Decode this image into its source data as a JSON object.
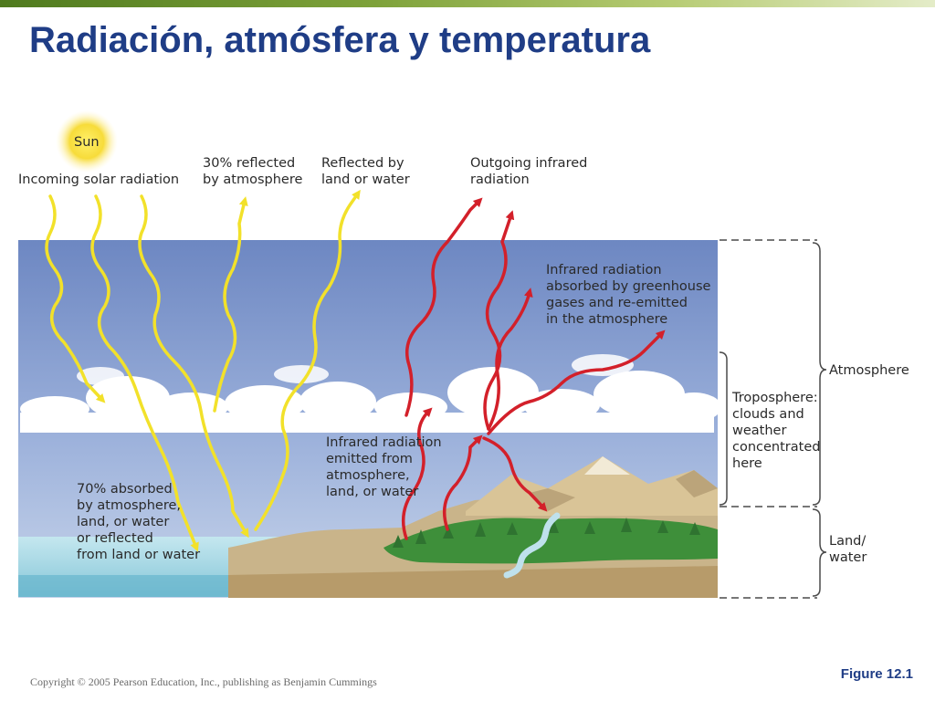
{
  "slide": {
    "title": "Radiación, atmósfera y temperatura",
    "copyright": "Copyright © 2005 Pearson Education, Inc., publishing as Benjamin Cummings",
    "figure_label": "Figure 12.1"
  },
  "colors": {
    "title": "#1f3d86",
    "solar_radiation": "#f2e12a",
    "infrared_radiation": "#d3202a",
    "sky": "#7f97cc",
    "water": "#9fd3e0",
    "land": "#c9b48a",
    "vegetation": "#3e8f3a"
  },
  "diagram": {
    "sun": {
      "label": "Sun"
    },
    "incoming": {
      "line1": "Incoming solar radiation"
    },
    "reflected_atmosphere": {
      "line1": "30% reflected",
      "line2": "by atmosphere"
    },
    "reflected_land": {
      "line1": "Reflected by",
      "line2": "land or water"
    },
    "outgoing_ir": {
      "line1": "Outgoing infrared",
      "line2": "radiation"
    },
    "ir_greenhouse": {
      "line1": "Infrared radiation",
      "line2": "absorbed by greenhouse",
      "line3": "gases and re-emitted",
      "line4": "in the atmosphere"
    },
    "ir_emitted": {
      "line1": "Infrared radiation",
      "line2": "emitted from",
      "line3": "atmosphere,",
      "line4": "land, or water"
    },
    "absorbed": {
      "line1": "70% absorbed",
      "line2": "by atmosphere,",
      "line3": "land, or water",
      "line4": "or reflected",
      "line5": "from land or water"
    },
    "atmosphere": {
      "label": "Atmosphere"
    },
    "troposphere": {
      "line1": "Troposphere:",
      "line2": "clouds and",
      "line3": "weather",
      "line4": "concentrated",
      "line5": "here"
    },
    "land_water": {
      "line1": "Land/",
      "line2": "water"
    }
  }
}
